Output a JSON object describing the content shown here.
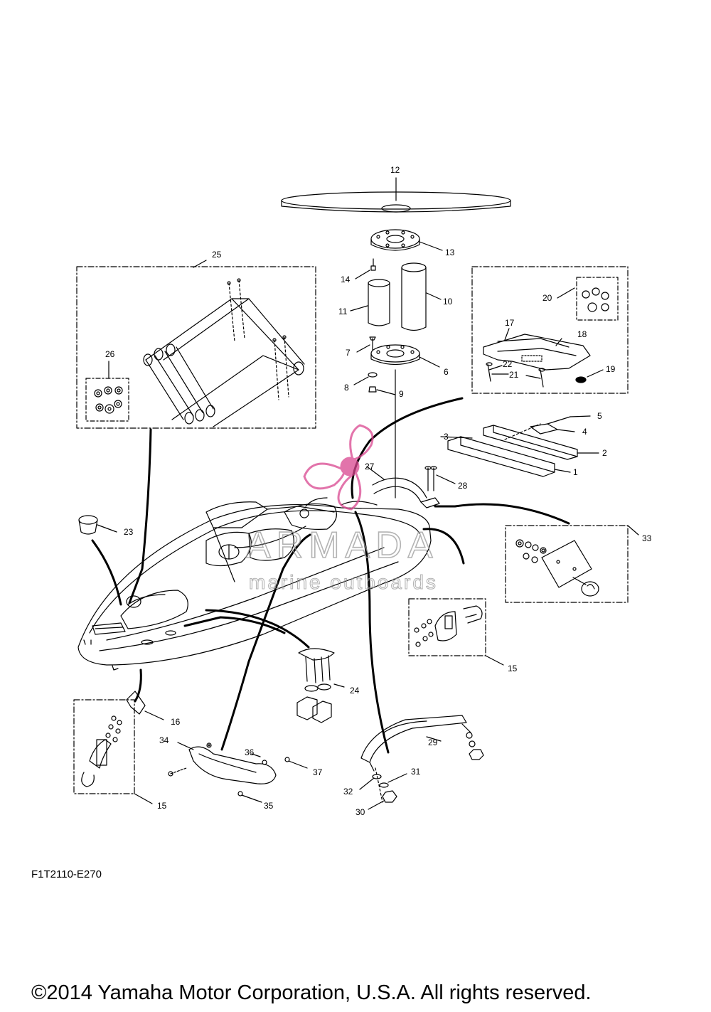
{
  "callouts": [
    {
      "id": "c1",
      "label": "1"
    },
    {
      "id": "c2",
      "label": "2"
    },
    {
      "id": "c3",
      "label": "3"
    },
    {
      "id": "c4",
      "label": "4"
    },
    {
      "id": "c5",
      "label": "5"
    },
    {
      "id": "c6",
      "label": "6"
    },
    {
      "id": "c7",
      "label": "7"
    },
    {
      "id": "c8",
      "label": "8"
    },
    {
      "id": "c9",
      "label": "9"
    },
    {
      "id": "c10",
      "label": "10"
    },
    {
      "id": "c11",
      "label": "11"
    },
    {
      "id": "c12",
      "label": "12"
    },
    {
      "id": "c13",
      "label": "13"
    },
    {
      "id": "c14",
      "label": "14"
    },
    {
      "id": "c15a",
      "label": "15"
    },
    {
      "id": "c15b",
      "label": "15"
    },
    {
      "id": "c16",
      "label": "16"
    },
    {
      "id": "c17",
      "label": "17"
    },
    {
      "id": "c18",
      "label": "18"
    },
    {
      "id": "c19",
      "label": "19"
    },
    {
      "id": "c20",
      "label": "20"
    },
    {
      "id": "c21",
      "label": "21"
    },
    {
      "id": "c22",
      "label": "22"
    },
    {
      "id": "c23",
      "label": "23"
    },
    {
      "id": "c24",
      "label": "24"
    },
    {
      "id": "c25",
      "label": "25"
    },
    {
      "id": "c26",
      "label": "26"
    },
    {
      "id": "c27",
      "label": "27"
    },
    {
      "id": "c28",
      "label": "28"
    },
    {
      "id": "c29",
      "label": "29"
    },
    {
      "id": "c30",
      "label": "30"
    },
    {
      "id": "c31",
      "label": "31"
    },
    {
      "id": "c32",
      "label": "32"
    },
    {
      "id": "c33",
      "label": "33"
    },
    {
      "id": "c34",
      "label": "34"
    },
    {
      "id": "c35",
      "label": "35"
    },
    {
      "id": "c36",
      "label": "36"
    },
    {
      "id": "c37",
      "label": "37"
    }
  ],
  "diagram_code": "F1T2110-E270",
  "watermark": {
    "brand": "ARMADA",
    "tagline": "marine outboards"
  },
  "copyright": "©2014 Yamaha Motor Corporation, U.S.A. All rights reserved.",
  "colors": {
    "ink": "#000000",
    "watermark_pink": "#d9468f",
    "watermark_gray": "#9a9a9a"
  }
}
